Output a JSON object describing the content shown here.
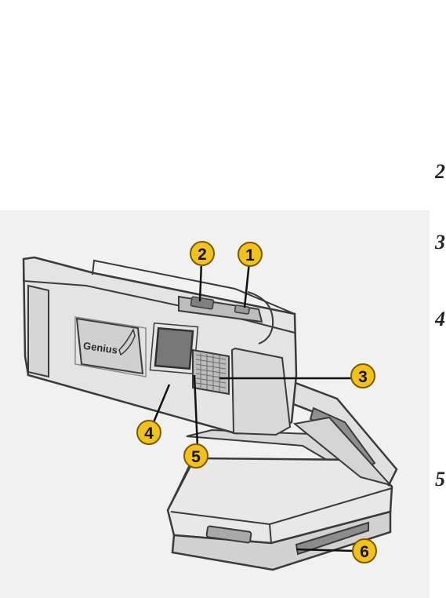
{
  "diagram": {
    "brand_logo_text": "Genius",
    "callouts": [
      {
        "id": "1",
        "label": "1"
      },
      {
        "id": "2",
        "label": "2"
      },
      {
        "id": "3",
        "label": "3"
      },
      {
        "id": "4",
        "label": "4"
      },
      {
        "id": "5",
        "label": "5"
      },
      {
        "id": "6",
        "label": "6"
      }
    ],
    "colors": {
      "background": "#f1f1f1",
      "outline": "#3a3a3a",
      "body_fill": "#e4e4e4",
      "dark_fill": "#777777",
      "badge_fill": "#f2c21b",
      "badge_stroke": "#7a5a00"
    }
  },
  "edge_marks": [
    {
      "label": "2"
    },
    {
      "label": "3"
    },
    {
      "label": "4"
    },
    {
      "label": "5"
    }
  ]
}
